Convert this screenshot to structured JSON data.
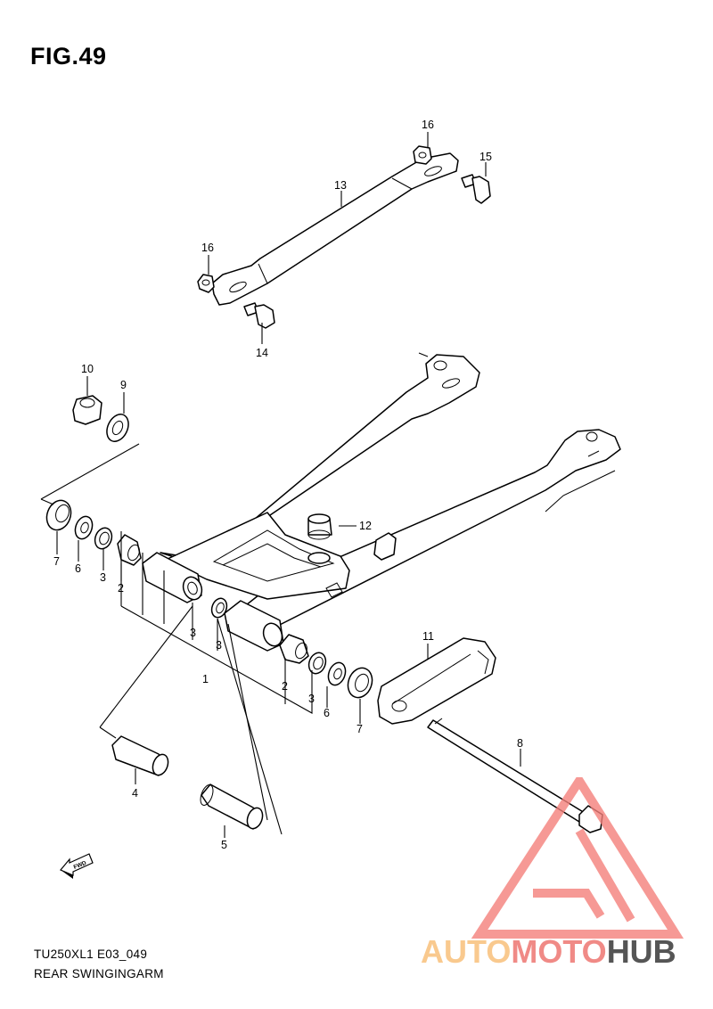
{
  "figure": {
    "title": "FIG.49",
    "model_code": "TU250XL1 E03_049",
    "name": "REAR SWINGINGARM"
  },
  "fwd_arrow": {
    "label": "FWD"
  },
  "watermark": {
    "part1": "AUTO",
    "part2": "MOTO",
    "part3": "HUB",
    "colors": {
      "auto": "#f9c98e",
      "moto": "#f08a86",
      "hub": "#555555",
      "triangle": "#f4807b"
    }
  },
  "callouts": [
    {
      "id": "c16a",
      "label": "16"
    },
    {
      "id": "c15",
      "label": "15"
    },
    {
      "id": "c13",
      "label": "13"
    },
    {
      "id": "c16b",
      "label": "16"
    },
    {
      "id": "c14",
      "label": "14"
    },
    {
      "id": "c10",
      "label": "10"
    },
    {
      "id": "c9",
      "label": "9"
    },
    {
      "id": "c12",
      "label": "12"
    },
    {
      "id": "c7a",
      "label": "7"
    },
    {
      "id": "c6a",
      "label": "6"
    },
    {
      "id": "c3a",
      "label": "3"
    },
    {
      "id": "c2a",
      "label": "2"
    },
    {
      "id": "c3b",
      "label": "3"
    },
    {
      "id": "c3c",
      "label": "3"
    },
    {
      "id": "c1",
      "label": "1"
    },
    {
      "id": "c11",
      "label": "11"
    },
    {
      "id": "c2b",
      "label": "2"
    },
    {
      "id": "c3d",
      "label": "3"
    },
    {
      "id": "c6b",
      "label": "6"
    },
    {
      "id": "c7b",
      "label": "7"
    },
    {
      "id": "c8",
      "label": "8"
    },
    {
      "id": "c4",
      "label": "4"
    },
    {
      "id": "c5",
      "label": "5"
    }
  ]
}
